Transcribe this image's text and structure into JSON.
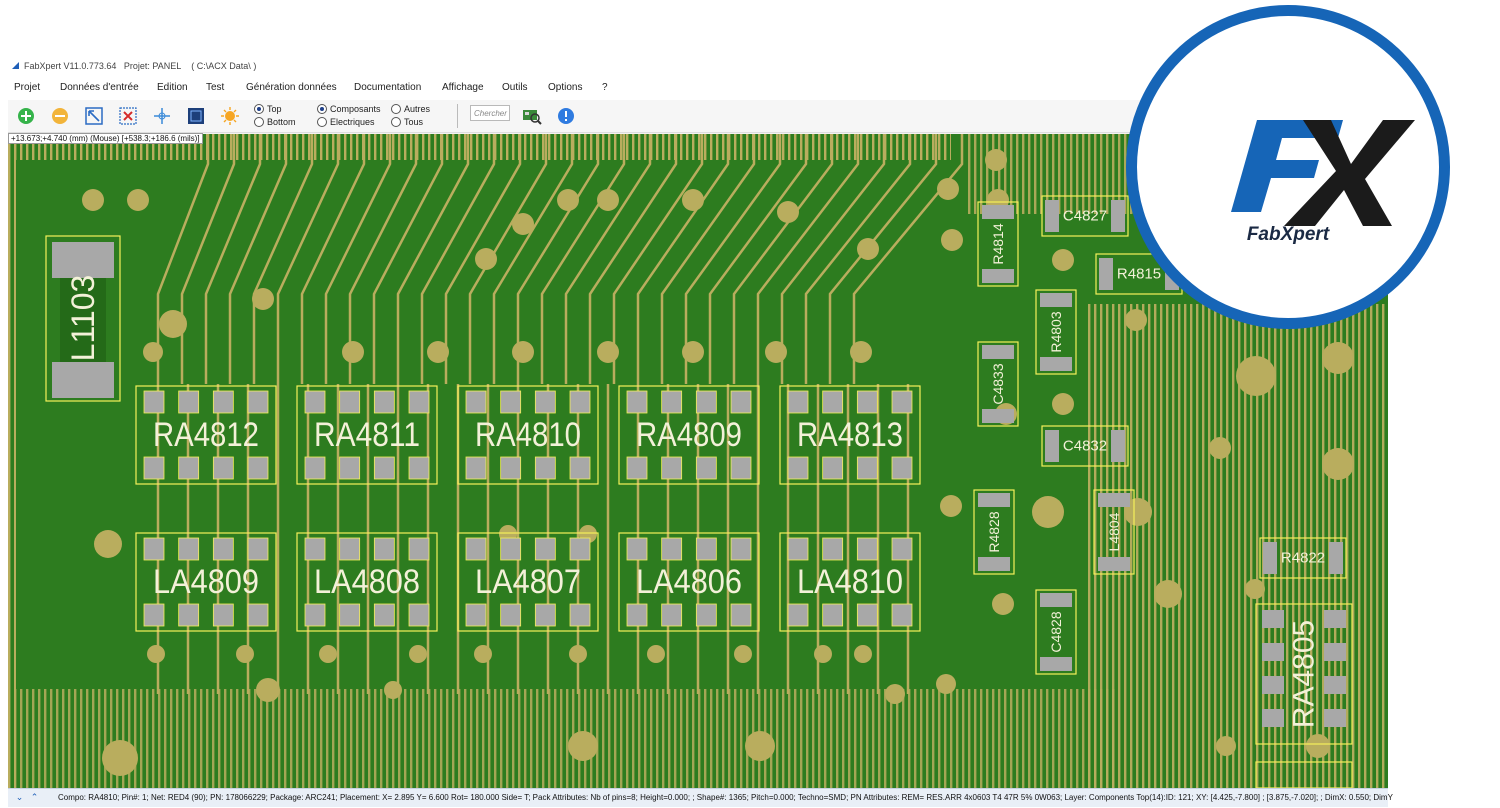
{
  "window": {
    "title": "FabXpert V11.0.773.64",
    "project": "Projet: PANEL",
    "path": "( C:\\ACX Data\\ )"
  },
  "menu": [
    "Projet",
    "Données d'entrée",
    "Edition",
    "Test",
    "Génération données",
    "Documentation",
    "Affichage",
    "Outils",
    "Options",
    "?"
  ],
  "toolbar": {
    "icons": [
      "zoom-in-icon",
      "zoom-out-icon",
      "zoom-fit-icon",
      "zoom-window-icon",
      "crosshair-icon",
      "board-icon",
      "light-icon"
    ],
    "side": {
      "top": "Top",
      "bottom": "Bottom",
      "selected": "Top"
    },
    "filter": {
      "composants": "Composants",
      "electriques": "Electriques",
      "autres": "Autres",
      "tous": "Tous",
      "selected": "Composants"
    },
    "search_placeholder": "Chercher"
  },
  "coords": "+13.673;+4.740 (mm) (Mouse) [+538.3;+186.6 (mils)]",
  "components": {
    "resistor_arrays": [
      "RA4812",
      "RA4811",
      "RA4810",
      "RA4809",
      "RA4813"
    ],
    "inductor_arrays": [
      "LA4809",
      "LA4808",
      "LA4807",
      "LA4806",
      "LA4810"
    ],
    "l1103": "L1103",
    "c4827": "C4827",
    "r4814": "R4814",
    "r4815": "R4815",
    "r4803": "R4803",
    "c4833": "C4833",
    "c4832": "C4832",
    "r4828": "R4828",
    "l4804": "L4804",
    "r4822": "R4822",
    "c4828": "C4828",
    "ra4805": "RA4805"
  },
  "status": {
    "text": "Compo: RA4810; Pin#: 1; Net: RED4 (90); PN: 178066229; Package: ARC241; Placement: X= 2.895  Y= 6.600   Rot= 180.000   Side= T; Pack Attributes: Nb of pins=8; Height=0.000; ; Shape#: 1365; Pitch=0.000; Techno=SMD; PN Attributes: REM= RES.ARR 4x0603 T4   47R  5% 0W063;  Layer: Components Top(14):ID: 121; XY: [4.425,-7.800] ; [3.875,-7.020]; ; DimX: 0.550; DimY"
  },
  "brand": {
    "name": "FabXpert",
    "colors": {
      "blue": "#1665b7",
      "dark": "#1b1b1b"
    }
  },
  "colors": {
    "board": "#2d7c1f",
    "copper": "#b9ad5e",
    "pad": "#a8a8a8",
    "outline": "#f5f05a",
    "label": "#f3f1d8"
  }
}
